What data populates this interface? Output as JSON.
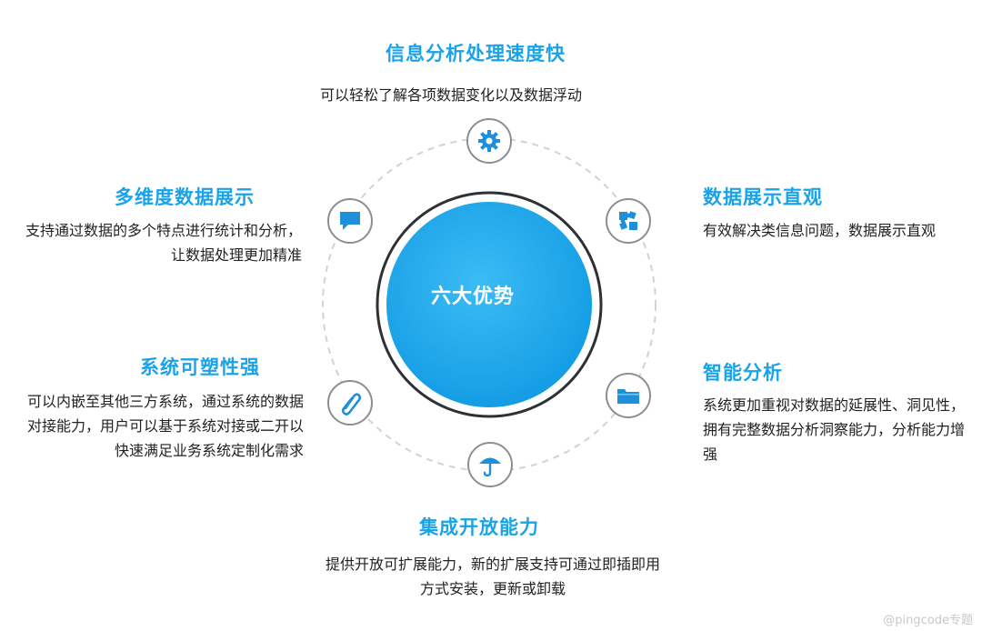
{
  "center": {
    "label": "六大优势"
  },
  "features": {
    "top": {
      "title": "信息分析处理速度快",
      "description": "可以轻松了解各项数据变化以及数据浮动"
    },
    "left_top": {
      "title": "多维度数据展示",
      "description": "支持通过数据的多个特点进行统计和分析，让数据处理更加精准"
    },
    "right_top": {
      "title": "数据展示直观",
      "description": "有效解决类信息问题，数据展示直观"
    },
    "left_bottom": {
      "title": "系统可塑性强",
      "description": "可以内嵌至其他三方系统，通过系统的数据对接能力，用户可以基于系统对接或二开以快速满足业务系统定制化需求"
    },
    "right_bottom": {
      "title": "智能分析",
      "description": "系统更加重视对数据的延展性、洞见性，拥有完整数据分析洞察能力，分析能力增强"
    },
    "bottom": {
      "title": "集成开放能力",
      "description": "提供开放可扩展能力，新的扩展支持可通过即插即用方式安装，更新或卸载"
    }
  },
  "watermark": "@pingcode专题",
  "colors": {
    "accent": "#1aa3e8",
    "circle": "#1ba5ec",
    "icon": "#1e8fd8"
  },
  "icons": [
    "gear-icon",
    "chat-bubble-icon",
    "puzzle-icon",
    "paperclip-icon",
    "folder-icon",
    "umbrella-icon"
  ]
}
